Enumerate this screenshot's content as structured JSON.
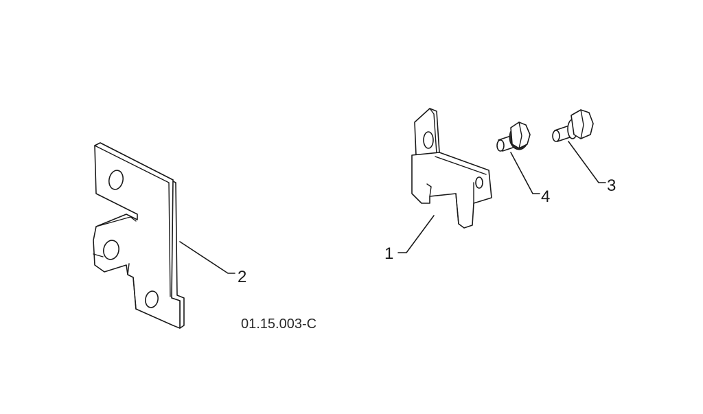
{
  "figure_code": "01.15.003-C",
  "callouts": {
    "part_1": "1",
    "part_2": "2",
    "part_3": "3",
    "part_4": "4"
  }
}
